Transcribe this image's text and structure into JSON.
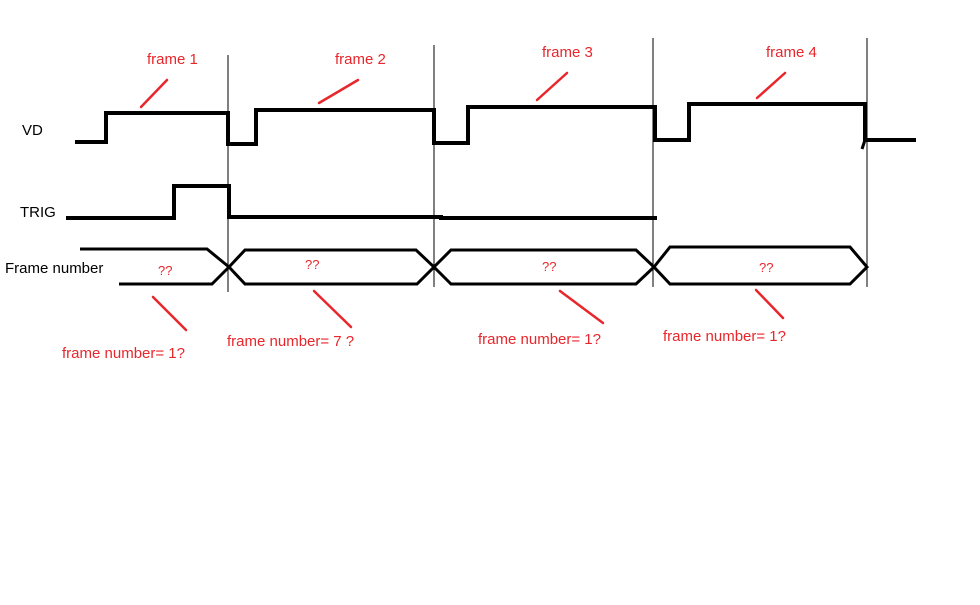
{
  "colors": {
    "signal": "#000000",
    "annotation": "#e8262b",
    "divider": "#000000"
  },
  "signals": {
    "vd": "VD",
    "trig": "TRIG",
    "frame_number": "Frame number"
  },
  "frames": [
    {
      "label": "frame 1",
      "question": "??",
      "note": "frame number= 1?"
    },
    {
      "label": "frame 2",
      "question": "??",
      "note": "frame number=  7 ?"
    },
    {
      "label": "frame 3",
      "question": "??",
      "note": "frame number= 1?"
    },
    {
      "label": "frame 4",
      "question": "??",
      "note": "frame number= 1?"
    }
  ]
}
